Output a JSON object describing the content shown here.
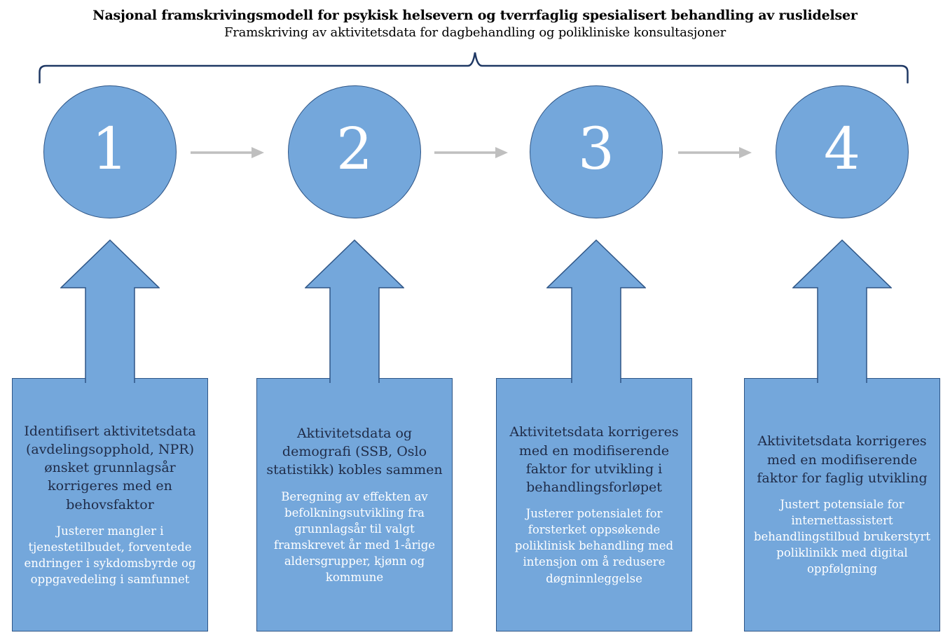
{
  "header": {
    "title": "Nasjonal framskrivingsmodell for psykisk helsevern og tverrfaglig spesialisert behandling av ruslidelser",
    "subtitle": "Framskriving av aktivitetsdata for dagbehandling og polikliniske konsultasjoner"
  },
  "colors": {
    "shape_fill": "#74A7DB",
    "shape_border": "#2E5586",
    "brace": "#1F3864",
    "connector_gray": "#BFBFBF",
    "heading_text": "#1F2B47",
    "subtext": "#FFFFFF",
    "title_text": "#000000"
  },
  "steps": [
    {
      "number": "1",
      "heading": "Identifisert aktivitetsdata (avdelingsopphold, NPR) ønsket grunnlagsår korrigeres med en behovsfaktor",
      "subtext": "Justerer mangler i tjenestetilbudet, forventede endringer i sykdomsbyrde og oppgavedeling i samfunnet"
    },
    {
      "number": "2",
      "heading": "Aktivitetsdata og demografi (SSB, Oslo statistikk) kobles sammen",
      "subtext": "Beregning av effekten av befolkningsutvikling fra grunnlagsår til valgt framskrevet år med 1-årige aldersgrupper, kjønn og kommune"
    },
    {
      "number": "3",
      "heading": "Aktivitetsdata korrigeres med en modifiserende faktor for utvikling i behandlingsforløpet",
      "subtext": "Justerer potensialet for forsterket oppsøkende poliklinisk behandling med intensjon om å redusere døgninnleggelse"
    },
    {
      "number": "4",
      "heading": "Aktivitetsdata korrigeres med en modifiserende faktor for faglig utvikling",
      "subtext": "Justert potensiale for internettassistert behandlingstilbud brukerstyrt poliklinikk med digital oppfølgning"
    }
  ]
}
